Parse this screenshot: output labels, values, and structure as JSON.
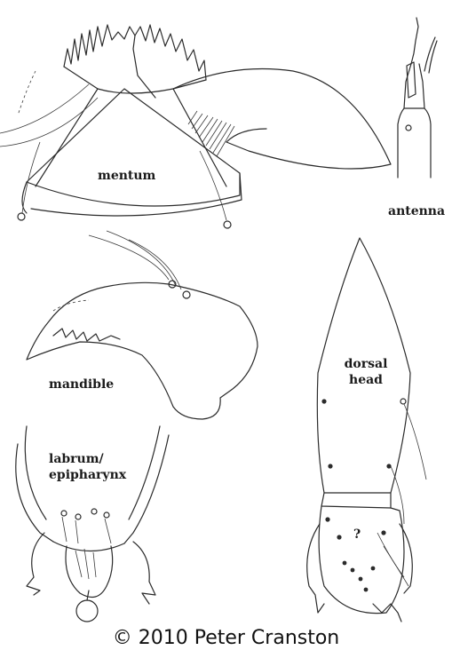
{
  "labels": {
    "mentum": "mentum",
    "antenna": "antenna",
    "mandible": "mandible",
    "dorsal_head_line1": "dorsal",
    "dorsal_head_line2": "head",
    "labrum_line1": "labrum/",
    "labrum_line2": "epipharynx",
    "question_mark": "?"
  },
  "credit": "© 2010 Peter Cranston"
}
